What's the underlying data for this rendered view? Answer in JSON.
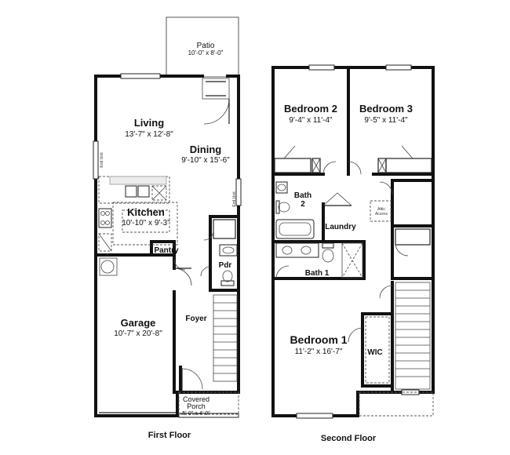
{
  "first_floor": {
    "label": "First Floor",
    "rooms": {
      "patio": {
        "name": "Patio",
        "dims": "10'-0\" x 8'-0\""
      },
      "living": {
        "name": "Living",
        "dims": "13'-7\" x 12'-8\""
      },
      "dining": {
        "name": "Dining",
        "dims": "9'-10\" x 15'-6\""
      },
      "kitchen": {
        "name": "Kitchen",
        "dims": "10'-10\" x 9'-3\""
      },
      "pantry": {
        "name": "Pantry"
      },
      "pdr": {
        "name": "Pdr"
      },
      "garage": {
        "name": "Garage",
        "dims": "10'-7\" x 20'-8\""
      },
      "foyer": {
        "name": "Foyer"
      },
      "covered_porch": {
        "name_line1": "Covered",
        "name_line2": "Porch",
        "dims": "5'-0\" x 4'-0\""
      }
    },
    "end_unit_left": "End Unit",
    "end_unit_right": "End Unit"
  },
  "second_floor": {
    "label": "Second Floor",
    "rooms": {
      "bedroom2": {
        "name": "Bedroom 2",
        "dims": "9'-4\" x 11'-4\""
      },
      "bedroom3": {
        "name": "Bedroom 3",
        "dims": "9'-5\" x 11'-4\""
      },
      "bath2": {
        "name_line1": "Bath",
        "name_line2": "2"
      },
      "laundry": {
        "name": "Laundry"
      },
      "bath1": {
        "name": "Bath 1"
      },
      "bedroom1": {
        "name": "Bedroom 1",
        "dims": "11'-2\" x 16'-7\""
      },
      "wic": {
        "name": "WIC"
      },
      "attic_access": {
        "line1": "Attic",
        "line2": "Access"
      }
    }
  }
}
